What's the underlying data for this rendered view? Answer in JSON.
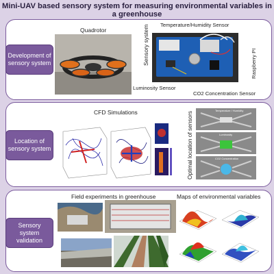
{
  "title": "Mini-UAV based sensory system for measuring environmental variables in a greenhouse",
  "panels": [
    {
      "tag": "Development of sensory system",
      "labels": {
        "quadrotor": "Quadrotor",
        "sensory_system": "Sensory system",
        "temp_humidity": "Temperature/Humidity Sensor",
        "raspberry": "Raspberry PI",
        "luminosity": "Luminosity Sensor",
        "co2": "CO2 Concentration Sensor"
      }
    },
    {
      "tag": "Location of sensory system",
      "labels": {
        "cfd": "CFD Simulations",
        "optimal": "Optimal location of sensors",
        "card1": "Temperature / Humidity",
        "card2": "Luminosity",
        "card3": "CO2 Concentration"
      }
    },
    {
      "tag": "Sensory system validation",
      "labels": {
        "field": "Field experiments in greenhouse",
        "maps": "Maps of environmental variables"
      }
    }
  ],
  "colors": {
    "background": "#dcd2e6",
    "accent": "#7a5a9c",
    "panel_bg": "#ffffff"
  }
}
